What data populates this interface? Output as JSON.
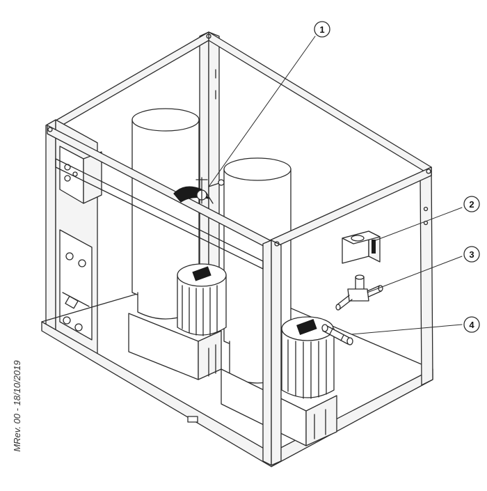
{
  "document": {
    "revision_note": "MRev. 00 - 18/10/2019"
  },
  "callouts": [
    {
      "number": "1"
    },
    {
      "number": "2"
    },
    {
      "number": "3"
    },
    {
      "number": "4"
    }
  ],
  "colors": {
    "line": "#2a2a2a",
    "frame_fill": "#f4f4f4",
    "part_fill": "#ffffff",
    "dark": "#1a1a1a"
  }
}
